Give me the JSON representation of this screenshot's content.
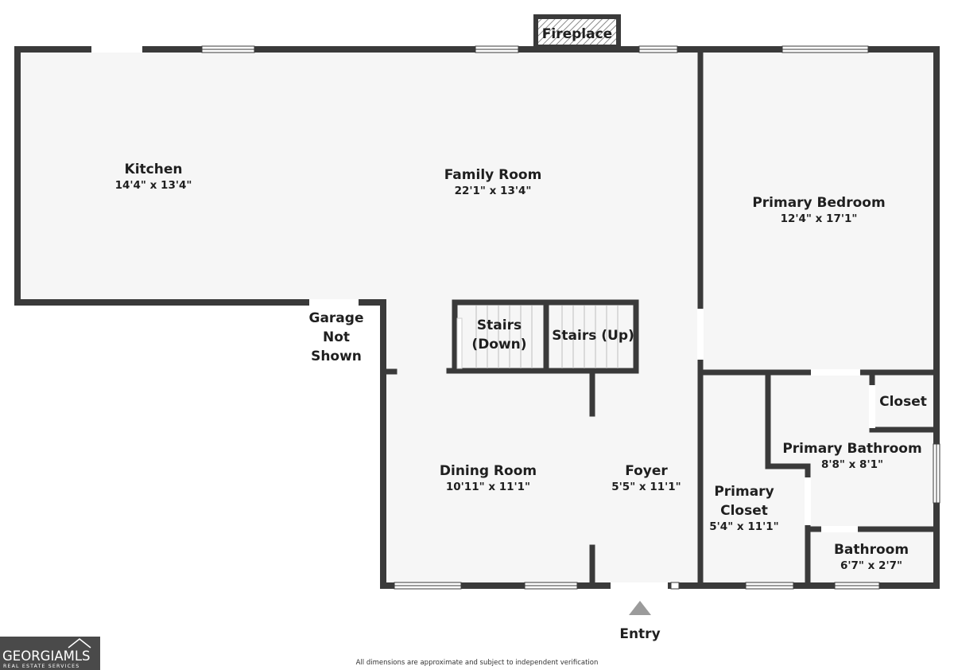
{
  "rooms": {
    "kitchen": {
      "name": "Kitchen",
      "dims": "14'4\" x 13'4\""
    },
    "family_room": {
      "name": "Family Room",
      "dims": "22'1\" x 13'4\""
    },
    "primary_bedroom": {
      "name": "Primary Bedroom",
      "dims": "12'4\" x 17'1\""
    },
    "stairs_down": {
      "name_line1": "Stairs",
      "name_line2": "(Down)"
    },
    "stairs_up": {
      "name": "Stairs (Up)"
    },
    "garage": {
      "line1": "Garage",
      "line2": "Not",
      "line3": "Shown"
    },
    "closet": {
      "name": "Closet"
    },
    "primary_bathroom": {
      "name": "Primary Bathroom",
      "dims": "8'8\" x 8'1\""
    },
    "dining_room": {
      "name": "Dining Room",
      "dims": "10'11\" x 11'1\""
    },
    "foyer": {
      "name": "Foyer",
      "dims": "5'5\" x 11'1\""
    },
    "primary_closet": {
      "name_line1": "Primary",
      "name_line2": "Closet",
      "dims": "5'4\" x 11'1\""
    },
    "bathroom": {
      "name": "Bathroom",
      "dims": "6'7\" x 2'7\""
    },
    "fireplace": {
      "name": "Fireplace"
    }
  },
  "entry_label": "Entry",
  "logo": {
    "main": "GEORGIAMLS",
    "sub": "REAL ESTATE SERVICES"
  },
  "disclaimer": "All dimensions are approximate and subject to independent verification",
  "colors": {
    "wall": "#3a3a3a",
    "floor": "#f6f6f6",
    "logo_bg": "#4a4a4a",
    "entry_arrow": "#9b9b9b"
  }
}
